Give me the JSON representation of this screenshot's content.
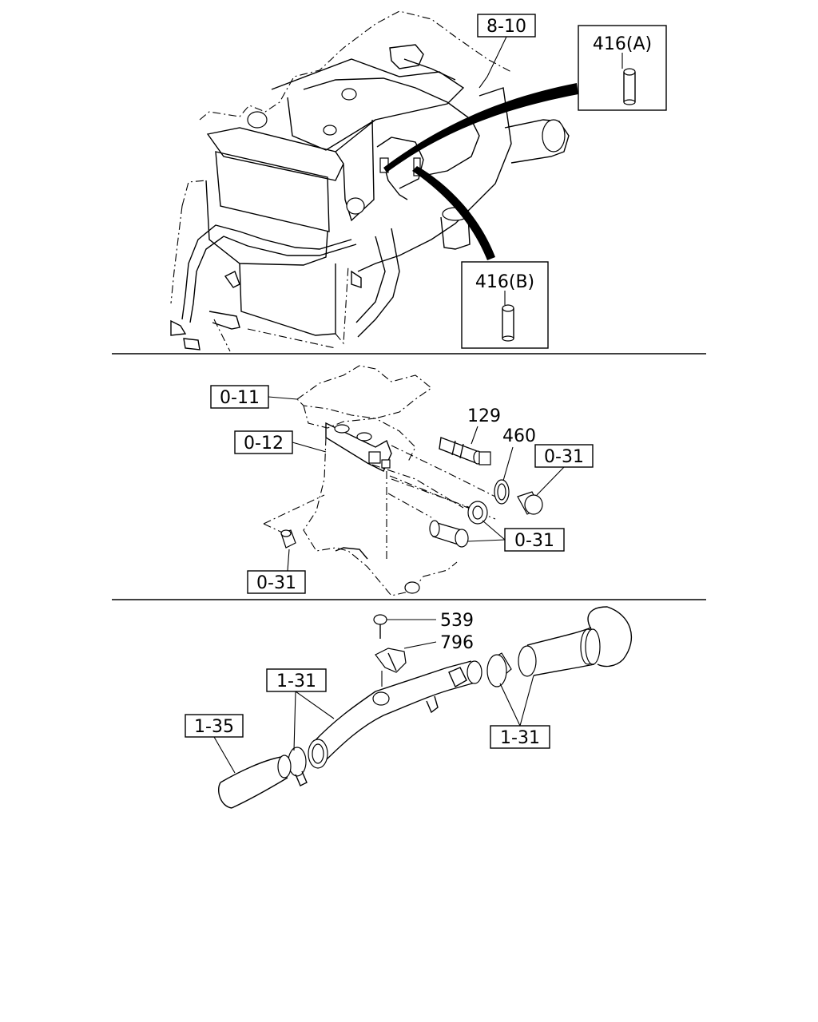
{
  "labels": {
    "top_ref": "8-10",
    "part_a": "416(A)",
    "part_b": "416(B)",
    "block_ref1": "0-11",
    "block_ref2": "0-12",
    "sensor_num": "129",
    "washer_num": "460",
    "plug_ref1": "0-31",
    "plug_ref2": "0-31",
    "plug_ref3": "0-31",
    "bolt_num": "539",
    "bracket_num": "796",
    "hose_ref1": "1-31",
    "hose_ref2": "1-35",
    "hose_ref3": "1-31"
  }
}
